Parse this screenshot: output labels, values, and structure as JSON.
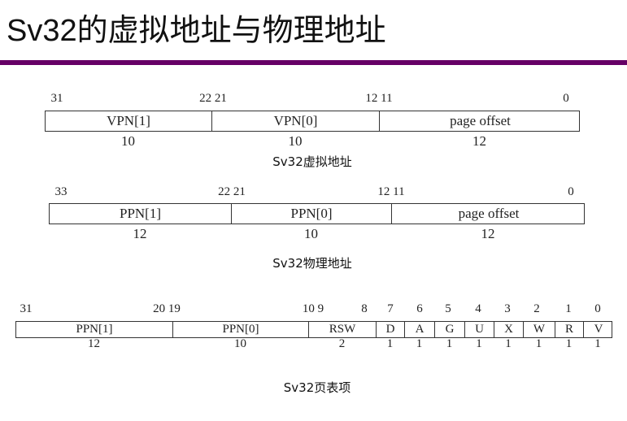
{
  "title": "Sv32的虚拟地址与物理地址",
  "accent_color": "#660066",
  "virtual": {
    "caption": "Sv32虚拟地址",
    "bits": [
      "31",
      "22 21",
      "12 11",
      "0"
    ],
    "fields": [
      {
        "name": "VPN[1]",
        "width": "10"
      },
      {
        "name": "VPN[0]",
        "width": "10"
      },
      {
        "name": "page offset",
        "width": "12"
      }
    ]
  },
  "physical": {
    "caption": "Sv32物理地址",
    "bits": [
      "33",
      "22 21",
      "12 11",
      "0"
    ],
    "fields": [
      {
        "name": "PPN[1]",
        "width": "12"
      },
      {
        "name": "PPN[0]",
        "width": "10"
      },
      {
        "name": "page offset",
        "width": "12"
      }
    ]
  },
  "pte": {
    "caption": "Sv32页表项",
    "bits": [
      "31",
      "20 19",
      "10 9",
      "8",
      "7",
      "6",
      "5",
      "4",
      "3",
      "2",
      "1",
      "0"
    ],
    "fields": [
      {
        "name": "PPN[1]",
        "width": "12"
      },
      {
        "name": "PPN[0]",
        "width": "10"
      },
      {
        "name": "RSW",
        "width": "2"
      },
      {
        "name": "D",
        "width": "1"
      },
      {
        "name": "A",
        "width": "1"
      },
      {
        "name": "G",
        "width": "1"
      },
      {
        "name": "U",
        "width": "1"
      },
      {
        "name": "X",
        "width": "1"
      },
      {
        "name": "W",
        "width": "1"
      },
      {
        "name": "R",
        "width": "1"
      },
      {
        "name": "V",
        "width": "1"
      }
    ]
  }
}
